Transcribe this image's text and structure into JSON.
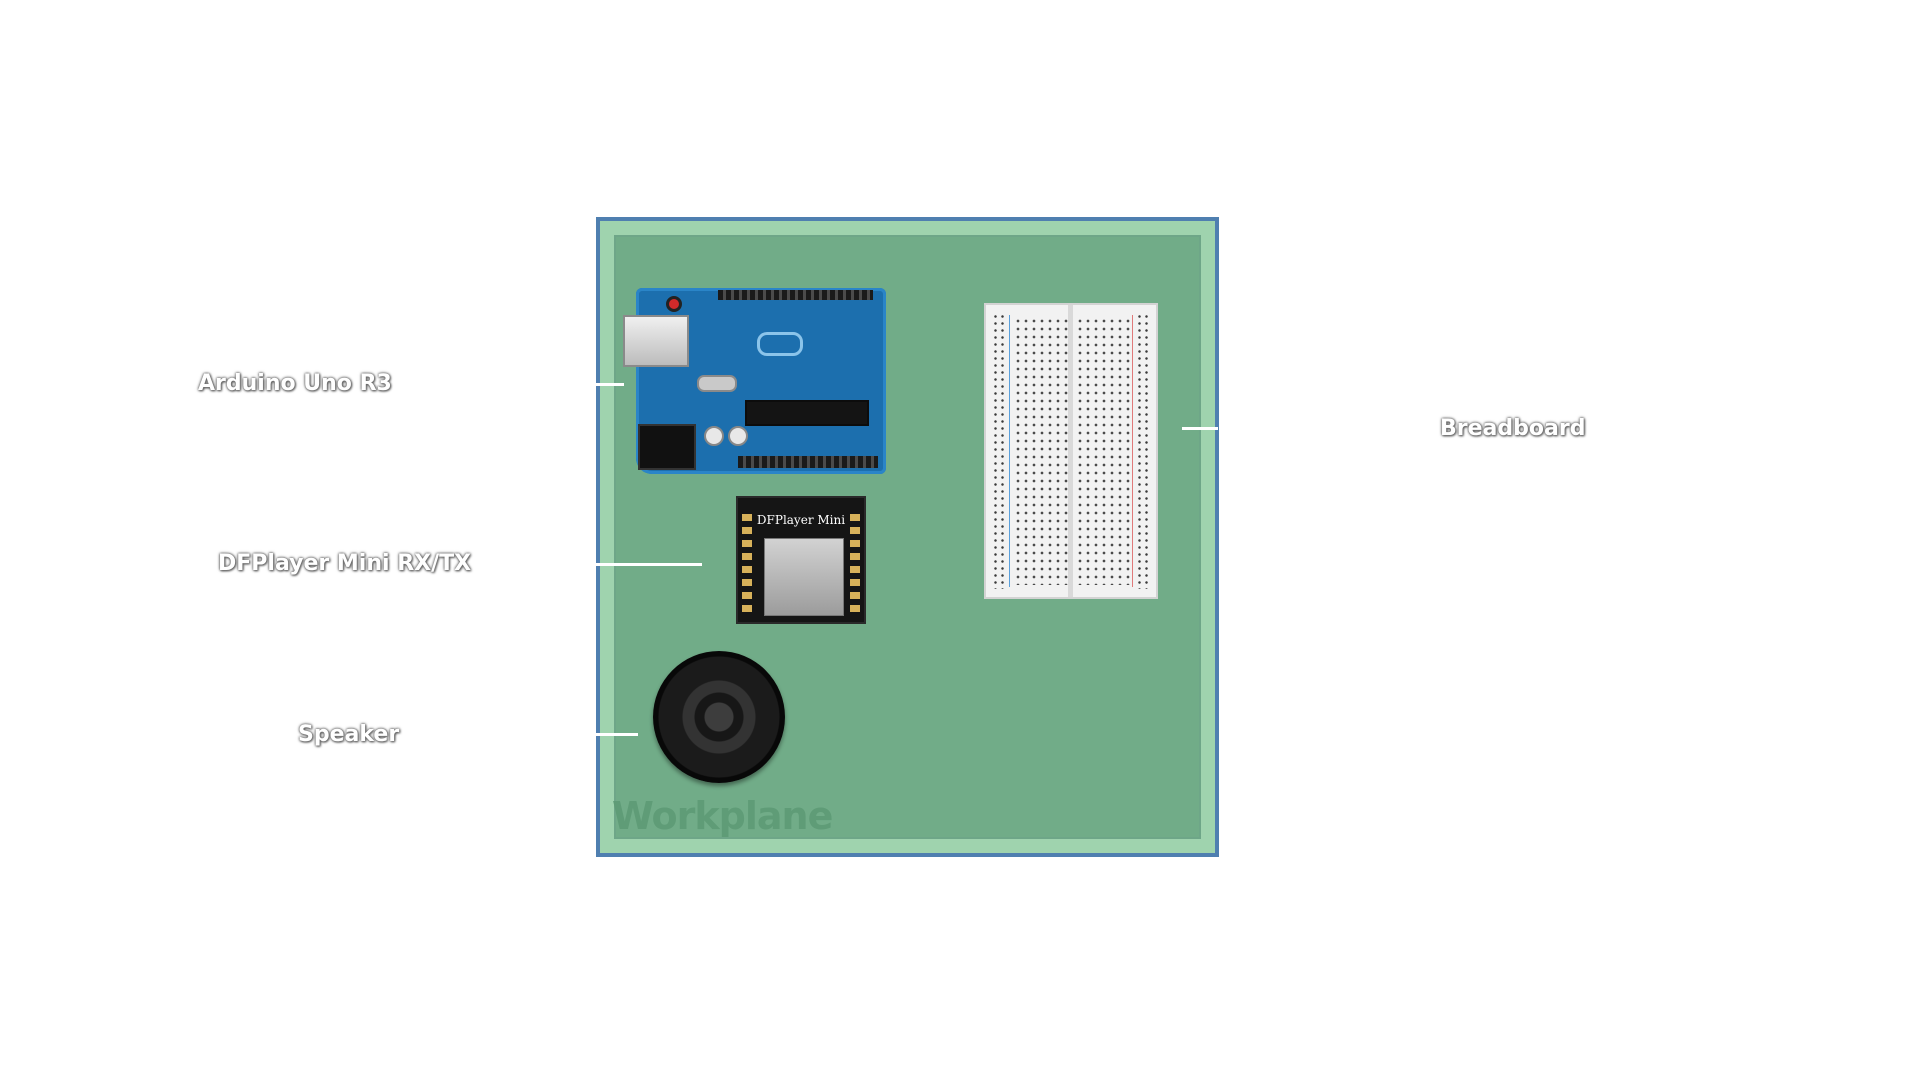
{
  "workplane": {
    "label": "Workplane"
  },
  "callouts": {
    "arduino": "Arduino Uno R3",
    "dfplayer": "DFPlayer Mini RX/TX",
    "speaker": "Speaker",
    "breadboard": "Breadboard"
  },
  "components": {
    "dfplayer_board_text": "DFPlayer Mini"
  },
  "colors": {
    "workplane": "#71ac88",
    "workplane_border": "#4f7fb0",
    "arduino_board": "#1c6fae"
  }
}
